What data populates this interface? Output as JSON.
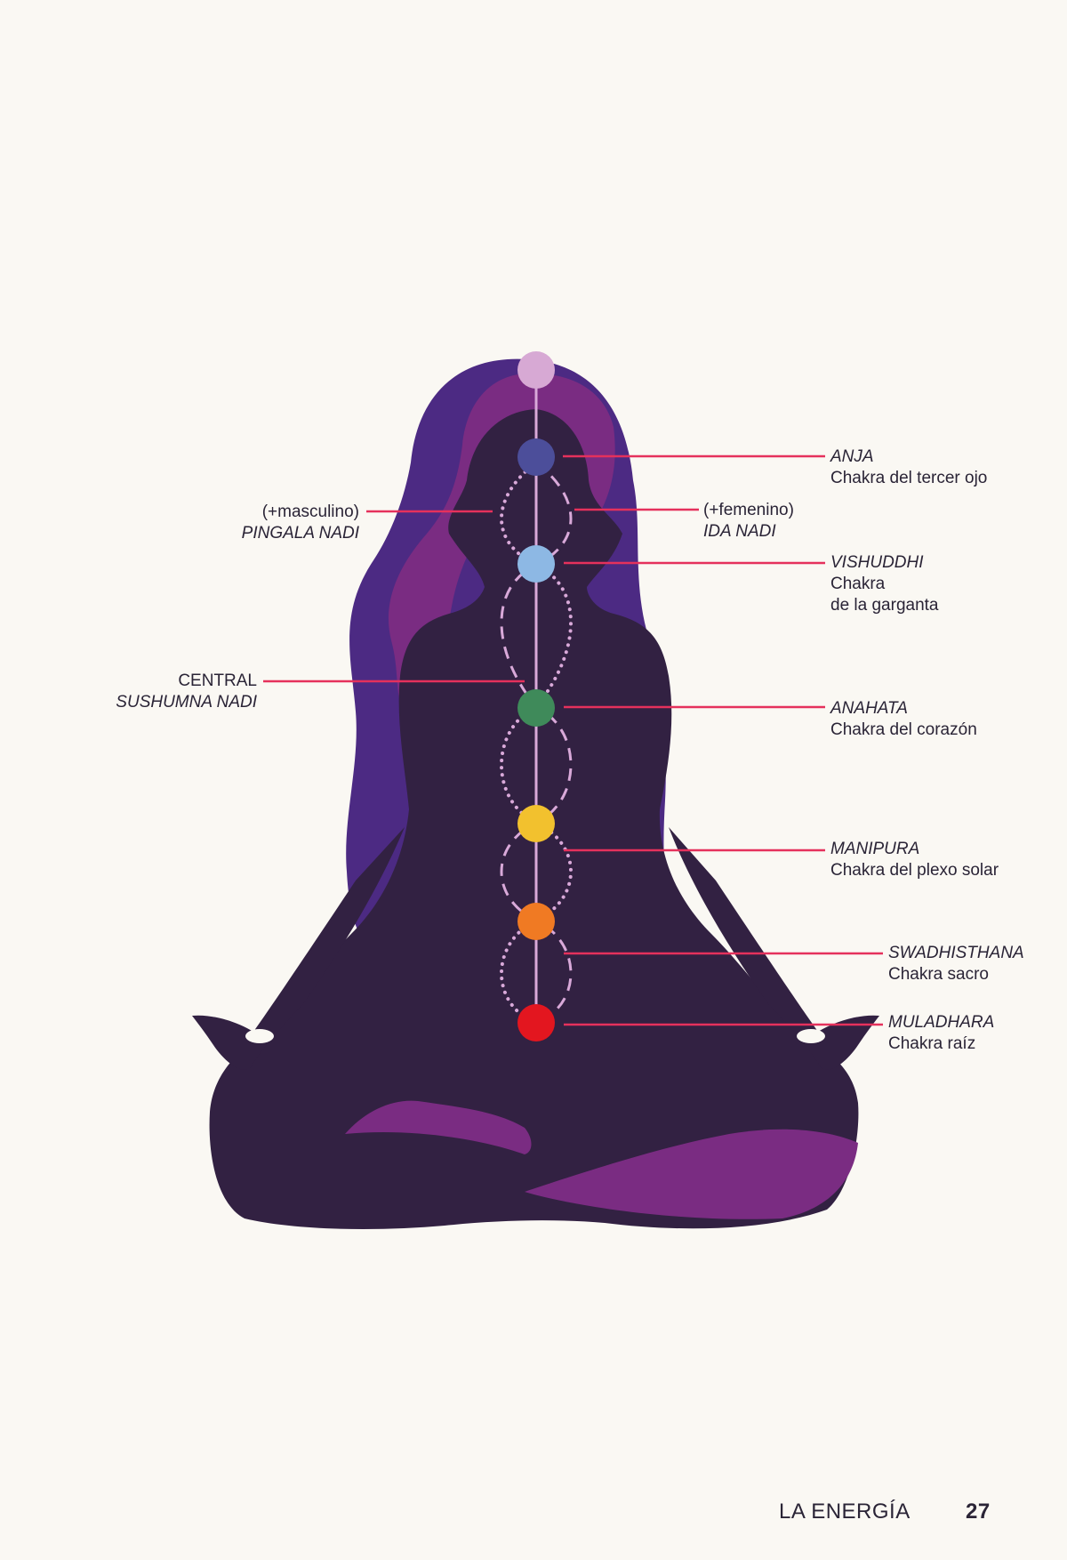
{
  "colors": {
    "background": "#faf8f3",
    "body": "#322142",
    "hair_outer": "#4c2a83",
    "hair_inner": "#7a2c82",
    "channel": "#d9a9d9",
    "leader": "#e5315c",
    "text": "#2a2436"
  },
  "chakras": [
    {
      "name": "crown",
      "color": "#d7a9d4"
    },
    {
      "name": "ANJA",
      "color": "#4c4e9a"
    },
    {
      "name": "VISHUDDHI",
      "color": "#8db8e4"
    },
    {
      "name": "ANAHATA",
      "color": "#3f8a5a"
    },
    {
      "name": "MANIPURA",
      "color": "#f2c12e"
    },
    {
      "name": "SWADHISTHANA",
      "color": "#f07a23"
    },
    {
      "name": "MULADHARA",
      "color": "#e3161f"
    }
  ],
  "labels": {
    "anja": {
      "title": "ANJA",
      "desc": "Chakra del tercer ojo"
    },
    "vishuddhi": {
      "title": "VISHUDDHI",
      "desc1": "Chakra",
      "desc2": "de la garganta"
    },
    "anahata": {
      "title": "ANAHATA",
      "desc": "Chakra del corazón"
    },
    "manipura": {
      "title": "MANIPURA",
      "desc": "Chakra del plexo solar"
    },
    "swadhisthana": {
      "title": "SWADHISTHANA",
      "desc": "Chakra sacro"
    },
    "muladhara": {
      "title": "MULADHARA",
      "desc": "Chakra raíz"
    },
    "pingala": {
      "sub": "(+masculino)",
      "name": "PINGALA NADI"
    },
    "ida": {
      "sub": "(+femenino)",
      "name": "IDA NADI"
    },
    "sushumna": {
      "sub": "CENTRAL",
      "name": "SUSHUMNA NADI"
    }
  },
  "footer": {
    "section": "LA ENERGÍA",
    "page_number": "27"
  }
}
